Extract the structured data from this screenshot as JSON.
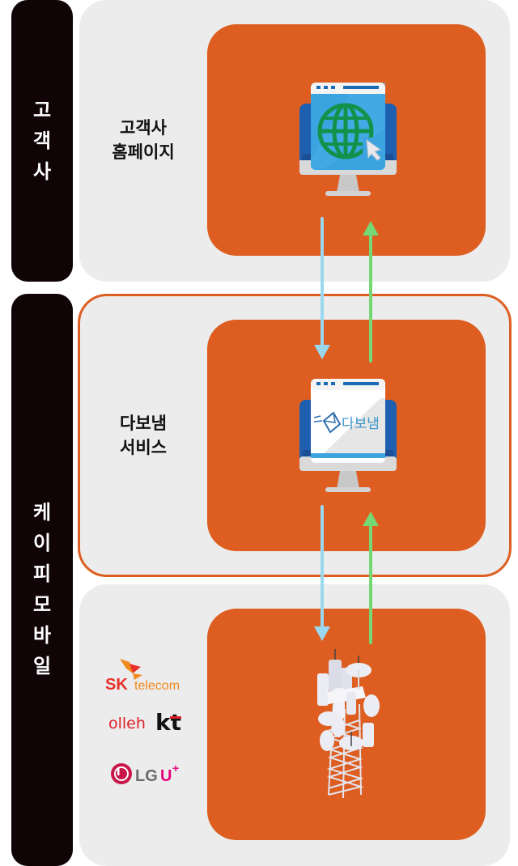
{
  "sections": {
    "customer": {
      "side_label": [
        "고",
        "객",
        "사"
      ],
      "row_label": [
        "고객사",
        "홈페이지"
      ],
      "icon": "globe-monitor-icon"
    },
    "kp_mobile": {
      "side_label": [
        "케",
        "이",
        "피",
        "모",
        "바",
        "일"
      ]
    },
    "dabonem": {
      "row_label": [
        "다보냄",
        "서비스"
      ],
      "icon": "dabonem-monitor-icon",
      "screen_text": "다보냄"
    },
    "carriers": {
      "icon": "cell-tower-icon",
      "logos": [
        {
          "name": "SK telecom",
          "parts": [
            "SK",
            "telecom"
          ]
        },
        {
          "name": "olleh kt",
          "parts": [
            "olleh",
            "kt"
          ]
        },
        {
          "name": "LG U+",
          "parts": [
            "LG",
            "U",
            "+"
          ]
        }
      ]
    }
  },
  "arrows": {
    "down_color": "#99d8ef",
    "up_color": "#76d875"
  },
  "colors": {
    "accent": "#dd5e20",
    "panel": "#ececec",
    "side_bar": "#100406"
  }
}
